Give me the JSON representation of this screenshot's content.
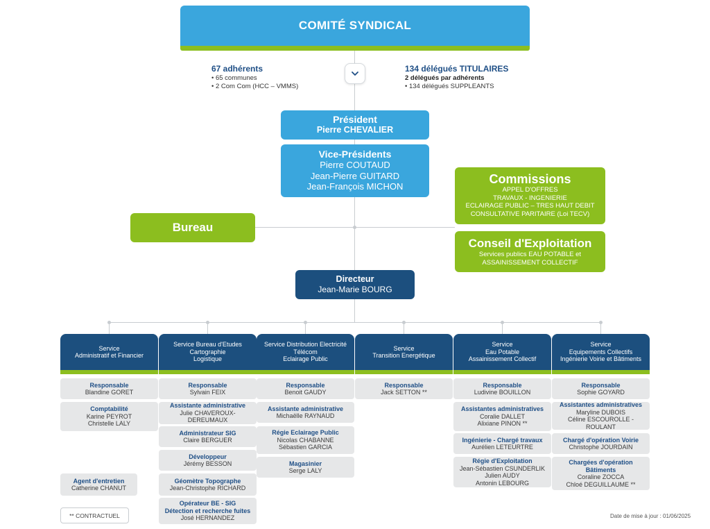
{
  "header": {
    "title": "COMITÉ SYNDICAL"
  },
  "stats": {
    "left": {
      "heading": "67 adhérents",
      "lines": [
        "• 65 communes",
        "• 2 Com Com (HCC – VMMS)"
      ]
    },
    "right": {
      "heading": "134 délégués TITULAIRES",
      "sub": "2 délégués par adhérents",
      "lines": [
        "• 134 délégués SUPPLEANTS"
      ]
    }
  },
  "president": {
    "title": "Président",
    "name": "Pierre CHEVALIER"
  },
  "vice_presidents": {
    "title": "Vice-Présidents",
    "names": [
      "Pierre COUTAUD",
      "Jean-Pierre GUITARD",
      "Jean-François MICHON"
    ]
  },
  "bureau": {
    "label": "Bureau"
  },
  "commissions": {
    "title": "Commissions",
    "lines": [
      "APPEL D'OFFRES",
      "TRAVAUX - INGENIERIE",
      "ECLAIRAGE PUBLIC – TRES HAUT DEBIT",
      "CONSULTATIVE PARITAIRE (Loi TECV)"
    ]
  },
  "conseil": {
    "title": "Conseil d'Exploitation",
    "lines": [
      "Services publics EAU POTABLE et",
      "ASSAINISSEMENT COLLECTIF"
    ]
  },
  "directeur": {
    "title": "Directeur",
    "name": "Jean-Marie BOURG"
  },
  "services": [
    {
      "lines": [
        "Service",
        "Administratif et Financier"
      ],
      "cards": [
        {
          "role": "Responsable",
          "names": [
            "Blandine GORET"
          ]
        },
        {
          "role": "Comptabilité",
          "names": [
            "Karine PEYROT",
            "Christelle LALY"
          ]
        }
      ]
    },
    {
      "lines": [
        "Service Bureau d'Etudes",
        "Cartographie",
        "Logistique"
      ],
      "cards": [
        {
          "role": "Responsable",
          "names": [
            "Sylvain FEIX"
          ]
        },
        {
          "role": "Assistante administrative",
          "names": [
            "Julie CHAVEROUX- DEREUMAUX"
          ]
        },
        {
          "role": "Administrateur SIG",
          "names": [
            "Claire BERGUER"
          ]
        },
        {
          "role": "Développeur",
          "names": [
            "Jérémy BESSON"
          ]
        },
        {
          "role": "Géomètre Topographe",
          "names": [
            "Jean-Christophe RICHARD"
          ]
        },
        {
          "role": "Opérateur BE - SIG\nDétection et recherche fuites",
          "names": [
            "José HERNANDEZ"
          ]
        }
      ]
    },
    {
      "lines": [
        "Service Distribution Electricité",
        "Télécom",
        "Eclairage Public"
      ],
      "cards": [
        {
          "role": "Responsable",
          "names": [
            "Benoit GAUDY"
          ]
        },
        {
          "role": "Assistante administrative",
          "names": [
            "Michaëlle RAYNAUD"
          ]
        },
        {
          "role": "Régie Eclairage Public",
          "names": [
            "Nicolas CHABANNE",
            "Sébastien GARCIA"
          ]
        },
        {
          "role": "Magasinier",
          "names": [
            "Serge LALY"
          ]
        }
      ]
    },
    {
      "lines": [
        "Service",
        "Transition Energétique"
      ],
      "cards": [
        {
          "role": "Responsable",
          "names": [
            "Jack SETTON **"
          ]
        }
      ]
    },
    {
      "lines": [
        "Service",
        "Eau Potable",
        "Assainissement Collectif"
      ],
      "cards": [
        {
          "role": "Responsable",
          "names": [
            "Ludivine BOUILLON"
          ]
        },
        {
          "role": "Assistantes administratives",
          "names": [
            "Coralie DALLET",
            "Alixiane PINON **"
          ]
        },
        {
          "role": "Ingénierie - Chargé travaux",
          "names": [
            "Aurélien LETEURTRE"
          ]
        },
        {
          "role": "Régie d'Exploitation",
          "names": [
            "Jean-Sébastien CSUNDERLIK",
            "Julien AUDY",
            "Antonin LEBOURG"
          ]
        }
      ]
    },
    {
      "lines": [
        "Service",
        "Equipements Collectifs",
        "Ingénierie Voirie et Bâtiments"
      ],
      "cards": [
        {
          "role": "Responsable",
          "names": [
            "Sophie GOYARD"
          ]
        },
        {
          "role": "Assistantes administratives",
          "names": [
            "Maryline DUBOIS",
            "Céline ESCOUROLLE - ROULANT"
          ]
        },
        {
          "role": "Chargé d'opération Voirie",
          "names": [
            "Christophe JOURDAIN"
          ]
        },
        {
          "role": "Chargées d'opération\nBâtiments",
          "names": [
            "Coraline ZOCCA",
            "Chloé DEGUILLAUME **"
          ]
        }
      ]
    }
  ],
  "agent": {
    "role": "Agent d'entretien",
    "name": "Catherine CHANUT"
  },
  "legend": "** CONTRACTUEL",
  "footer_date": "Date de mise à jour : 01/06/2025",
  "colors": {
    "blue": "#3aa6dd",
    "green": "#8cbe1f",
    "navy": "#1c4f7e",
    "card": "#e6e7e8"
  },
  "icons": {
    "toggle": "chevron-down-icon"
  }
}
